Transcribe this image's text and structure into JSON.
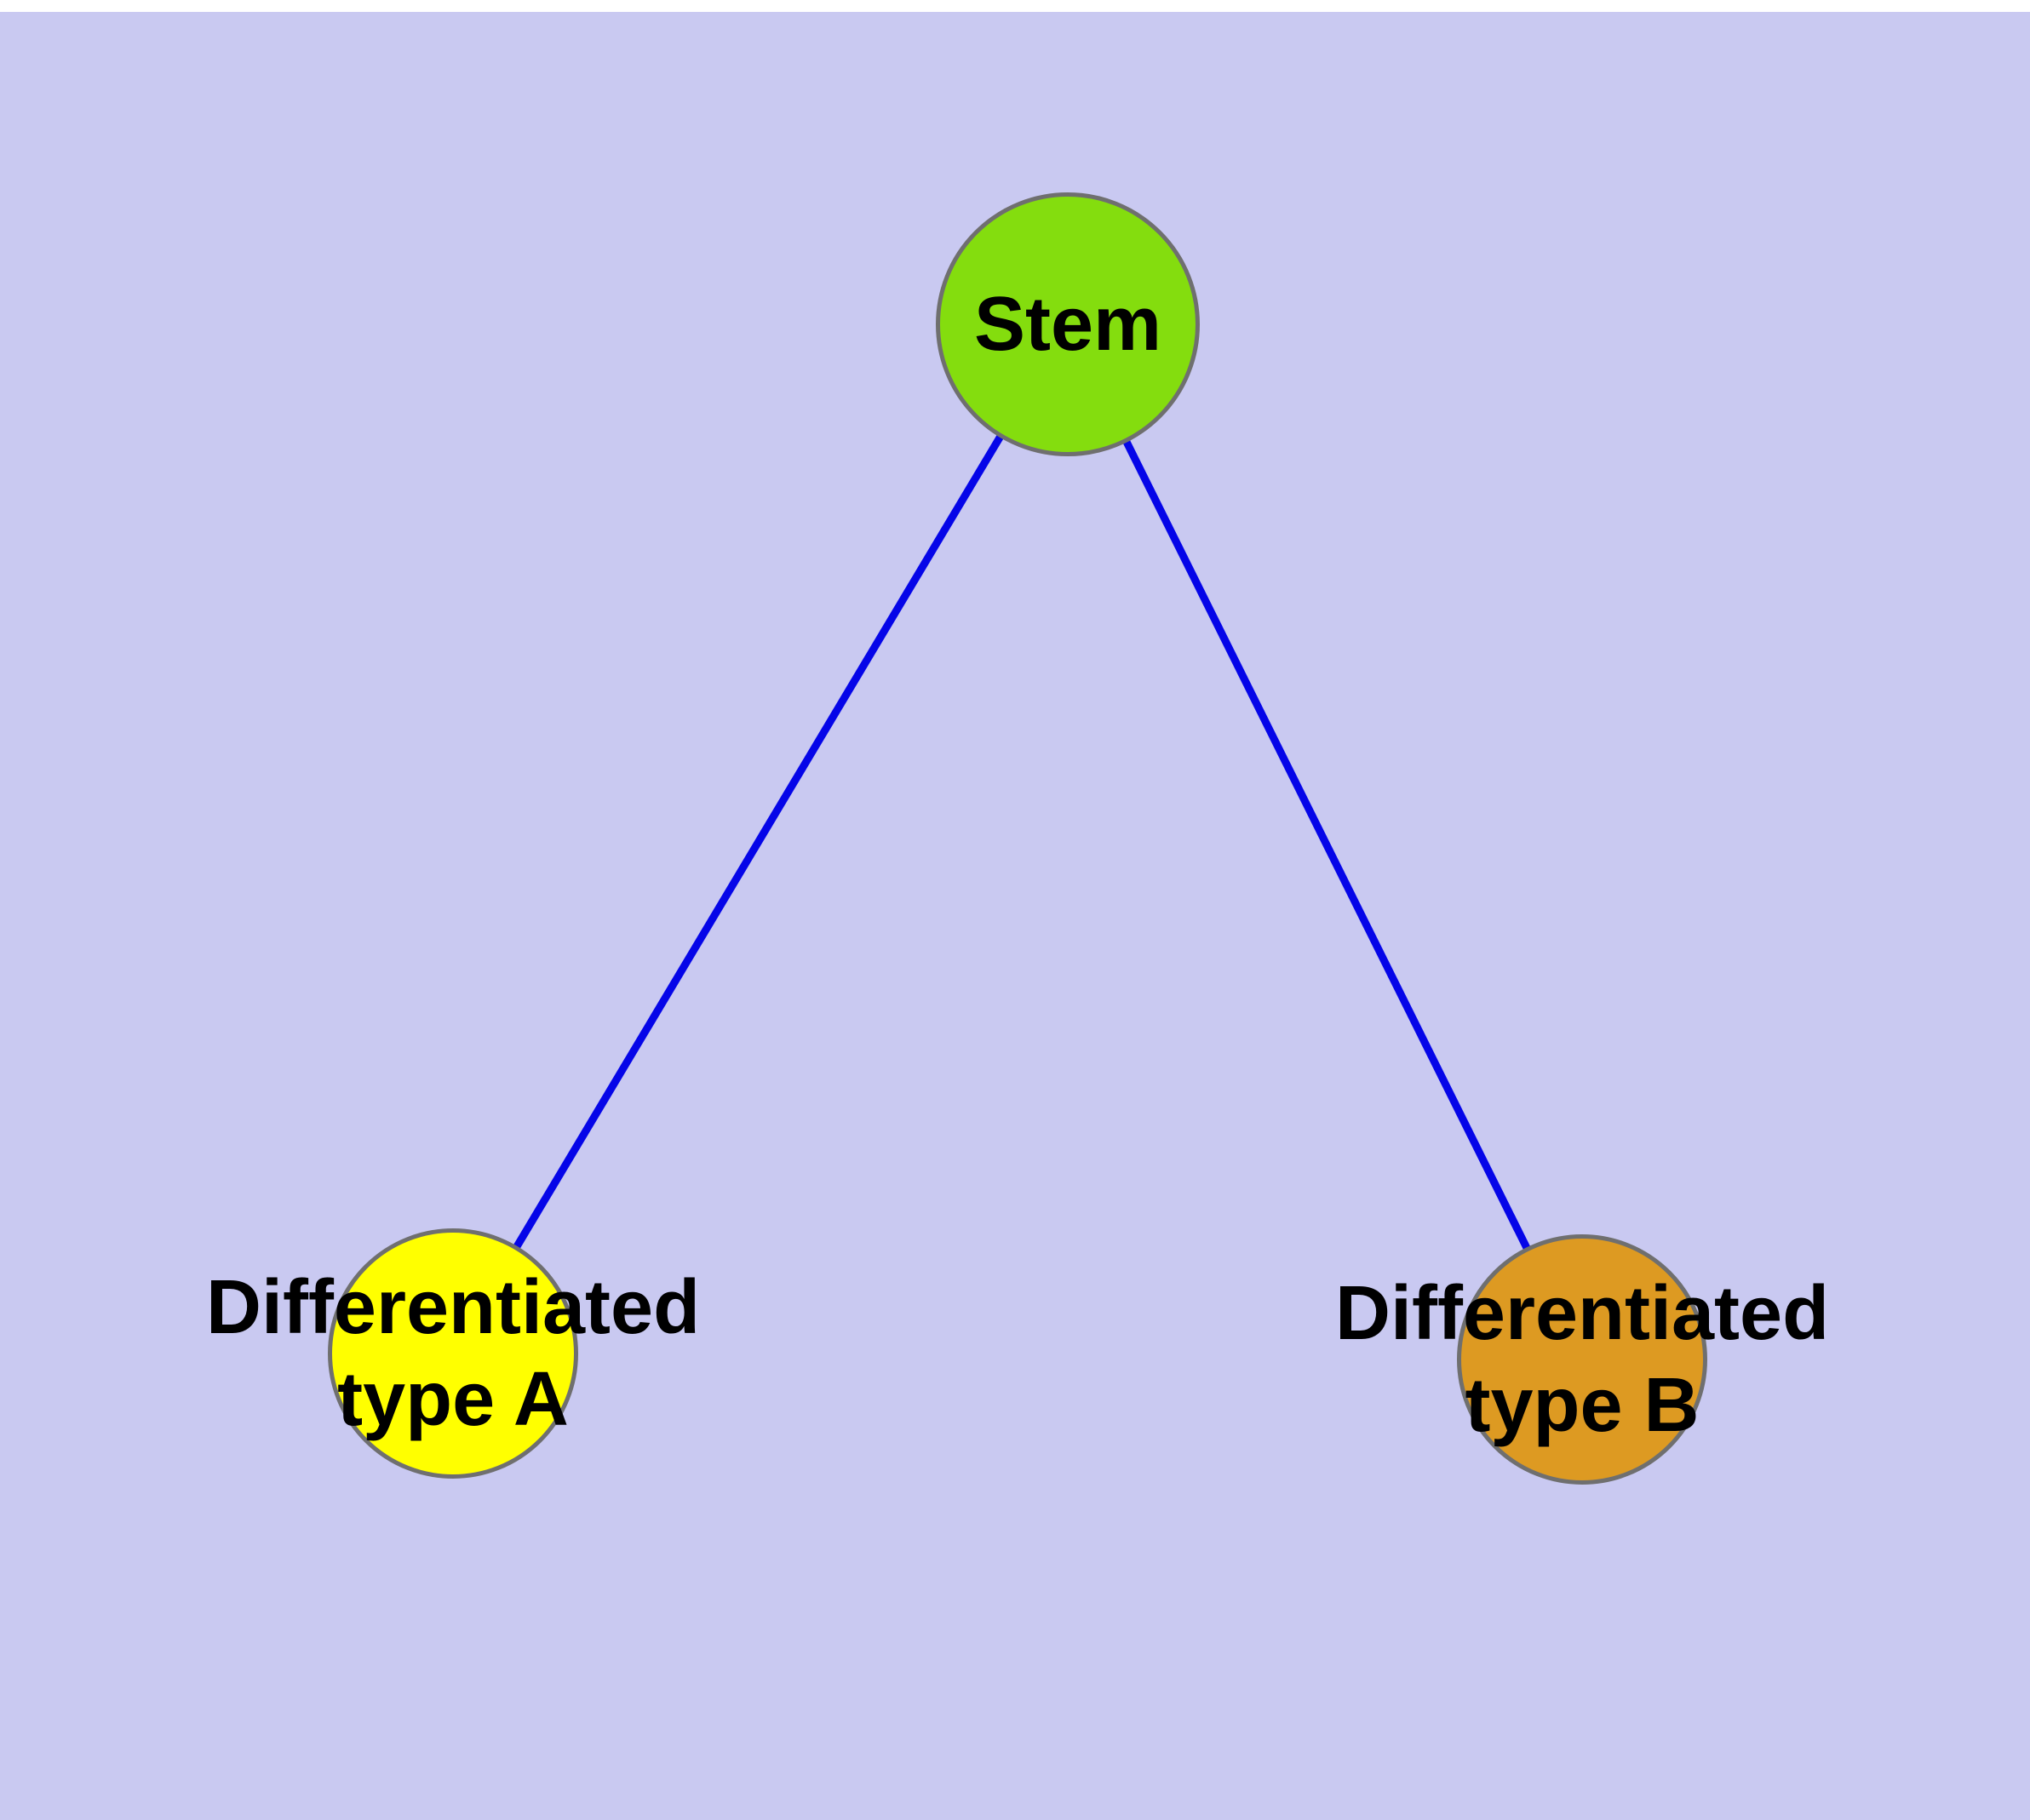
{
  "diagram": {
    "background_color": "#c9c9f1",
    "edge_color": "#0505e8",
    "node_border_color": "#6f6f6f",
    "nodes": [
      {
        "id": "stem",
        "label": "Stem",
        "fill": "#84dd0e"
      },
      {
        "id": "differentiated-type-a",
        "label_line1": "Differentiated",
        "label_line2": "type A",
        "fill": "#ffff00"
      },
      {
        "id": "differentiated-type-b",
        "label_line1": "Differentiated",
        "label_line2": "type B",
        "fill": "#dd9a22"
      }
    ],
    "edges": [
      {
        "from": "stem",
        "to": "differentiated-type-a"
      },
      {
        "from": "stem",
        "to": "differentiated-type-b"
      }
    ]
  }
}
